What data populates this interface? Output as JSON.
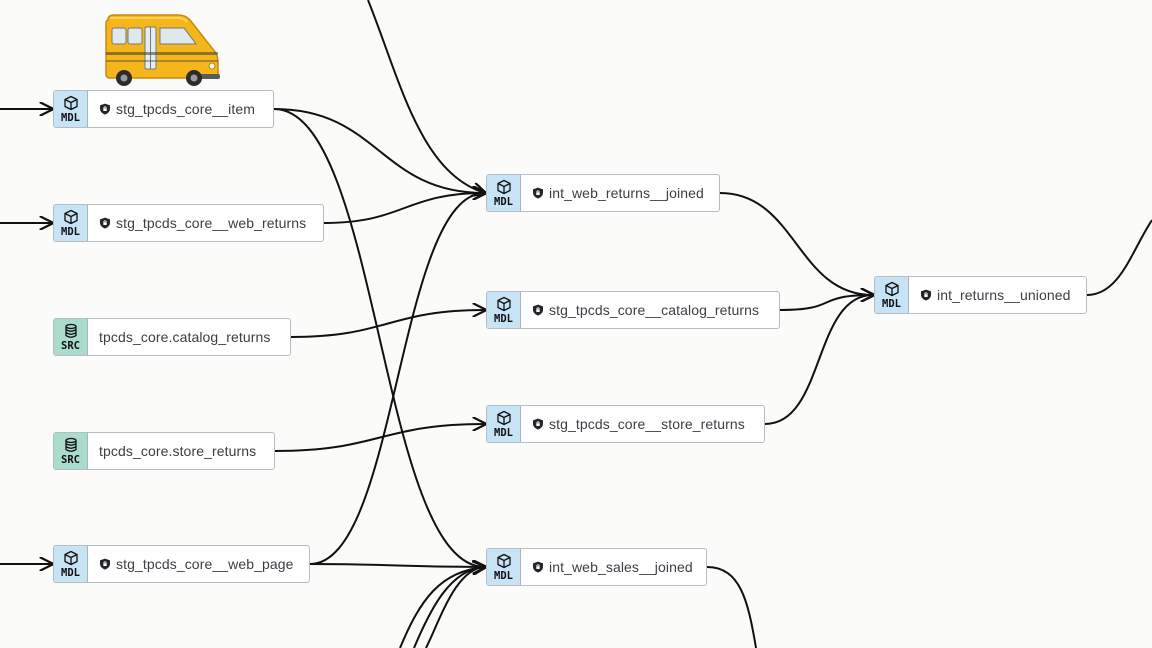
{
  "nodes": [
    {
      "id": "n_item",
      "badge": "MDL",
      "kind": "model",
      "label": "stg_tpcds_core__item",
      "locked": true
    },
    {
      "id": "n_web_returns",
      "badge": "MDL",
      "kind": "model",
      "label": "stg_tpcds_core__web_returns",
      "locked": true
    },
    {
      "id": "n_src_catalog",
      "badge": "SRC",
      "kind": "source",
      "label": "tpcds_core.catalog_returns",
      "locked": false
    },
    {
      "id": "n_src_store",
      "badge": "SRC",
      "kind": "source",
      "label": "tpcds_core.store_returns",
      "locked": false
    },
    {
      "id": "n_web_page",
      "badge": "MDL",
      "kind": "model",
      "label": "stg_tpcds_core__web_page",
      "locked": true
    },
    {
      "id": "n_int_web_returns",
      "badge": "MDL",
      "kind": "model",
      "label": "int_web_returns__joined",
      "locked": true
    },
    {
      "id": "n_stg_catalog",
      "badge": "MDL",
      "kind": "model",
      "label": "stg_tpcds_core__catalog_returns",
      "locked": true
    },
    {
      "id": "n_stg_store",
      "badge": "MDL",
      "kind": "model",
      "label": "stg_tpcds_core__store_returns",
      "locked": true
    },
    {
      "id": "n_int_web_sales",
      "badge": "MDL",
      "kind": "model",
      "label": "int_web_sales__joined",
      "locked": true
    },
    {
      "id": "n_int_returns",
      "badge": "MDL",
      "kind": "model",
      "label": "int_returns__unioned",
      "locked": true
    }
  ],
  "edges": [
    [
      "n_item",
      "n_int_web_returns"
    ],
    [
      "n_item",
      "n_int_web_sales"
    ],
    [
      "n_web_returns",
      "n_int_web_returns"
    ],
    [
      "n_web_page",
      "n_int_web_returns"
    ],
    [
      "n_web_page",
      "n_int_web_sales"
    ],
    [
      "n_src_catalog",
      "n_stg_catalog"
    ],
    [
      "n_src_store",
      "n_stg_store"
    ],
    [
      "n_int_web_returns",
      "n_int_returns"
    ],
    [
      "n_stg_catalog",
      "n_int_returns"
    ],
    [
      "n_stg_store",
      "n_int_returns"
    ]
  ],
  "colors": {
    "model_badge": "#c7e3f6",
    "source_badge": "#a9dccd",
    "edge": "#111111",
    "node_border": "#b7bcc2",
    "background": "#fbfbfa"
  },
  "icons": {
    "model": "cube-icon",
    "source": "database-icon",
    "lock": "shield-lock-icon",
    "mascot": "school-bus-icon"
  }
}
